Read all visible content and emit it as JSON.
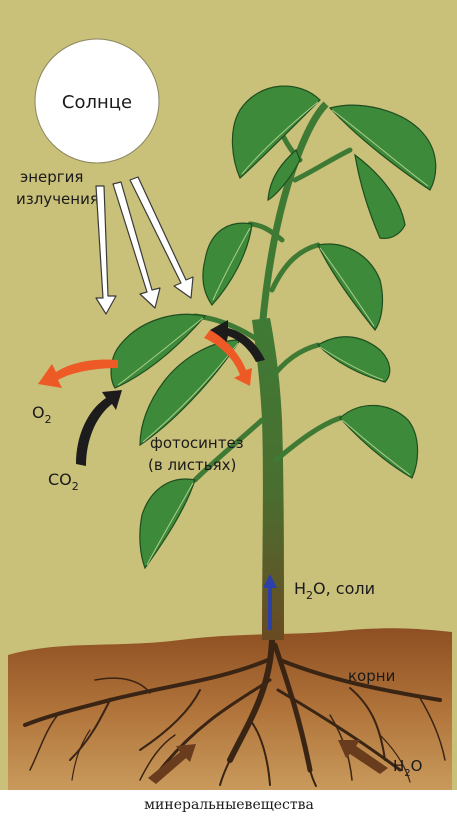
{
  "labels": {
    "sun": "Солнце",
    "energy_line1": "энергия",
    "energy_line2": "излучения",
    "o2_main": "O",
    "o2_sub": "2",
    "co2_main": "CO",
    "co2_sub": "2",
    "photo_line1": "фотосинтез",
    "photo_line2": "(в листьях)",
    "h2o_main": "H",
    "h2o_sub": "2",
    "h2o_rest": "O, соли",
    "roots": "корни",
    "h2o_bottom_main": "H",
    "h2o_bottom_sub": "2",
    "h2o_bottom_rest": "O"
  },
  "caption": "минеральныевещества",
  "colors": {
    "background": "#c9c07a",
    "soil": "#9c5a2a",
    "leaf": "#3d8a3a",
    "leaf_vein": "#c9e0a0",
    "stem": "#3f7a35",
    "sun": "#ffffff",
    "arrow_orange": "#ee5a25",
    "arrow_dark": "#1c1c1c",
    "arrow_soil": "#6a3c1e",
    "root": "#3a2414",
    "xylem_arrow": "#2b40a8"
  }
}
